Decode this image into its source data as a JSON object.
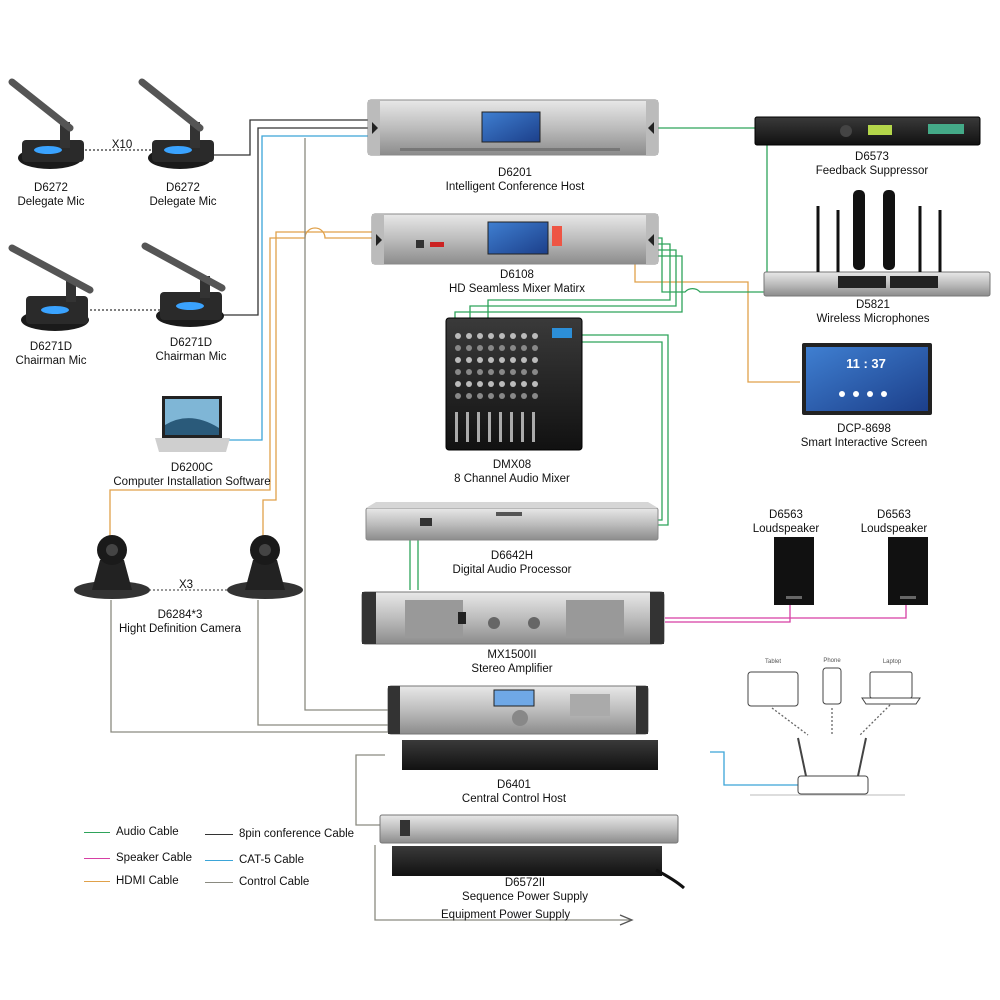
{
  "colors": {
    "audio": "#2ea35a",
    "speaker": "#d63fa4",
    "hdmi": "#e0a14a",
    "cat5": "#3ba5d8",
    "conference": "#333333",
    "control": "#8a8a80"
  },
  "devices": [
    {
      "id": "d6272a",
      "model": "D6272",
      "name": "Delegate Mic",
      "icon": "gooseneck-mic-icon"
    },
    {
      "id": "d6272b",
      "model": "D6272",
      "name": "Delegate Mic",
      "icon": "gooseneck-mic-icon"
    },
    {
      "id": "d6271a",
      "model": "D6271D",
      "name": "Chairman Mic",
      "icon": "chairman-mic-icon"
    },
    {
      "id": "d6271b",
      "model": "D6271D",
      "name": "Chairman Mic",
      "icon": "chairman-mic-icon"
    },
    {
      "id": "d6200c",
      "model": "D6200C",
      "name": "Computer Installation Software",
      "icon": "laptop-icon"
    },
    {
      "id": "d6284",
      "model": "D6284*3",
      "name": "Hight Definition Camera",
      "icon": "ptz-camera-icon"
    },
    {
      "id": "d6201",
      "model": "D6201",
      "name": "Intelligent Conference Host",
      "icon": "rack-unit-icon"
    },
    {
      "id": "d6108",
      "model": "D6108",
      "name": "HD Seamless Mixer Matirx",
      "icon": "rack-unit-icon"
    },
    {
      "id": "dmx08",
      "model": "DMX08",
      "name": "8 Channel Audio Mixer",
      "icon": "audio-mixer-icon"
    },
    {
      "id": "d6642h",
      "model": "D6642H",
      "name": "Digital Audio Processor",
      "icon": "rack-unit-icon"
    },
    {
      "id": "mx1500",
      "model": "MX1500II",
      "name": "Stereo Amplifier",
      "icon": "amplifier-icon"
    },
    {
      "id": "d6401",
      "model": "D6401",
      "name": "Central Control Host",
      "icon": "rack-unit-icon"
    },
    {
      "id": "d6572",
      "model": "D6572II",
      "name": "Sequence Power Supply",
      "icon": "power-sequencer-icon"
    },
    {
      "id": "d6573",
      "model": "D6573",
      "name": "Feedback Suppressor",
      "icon": "rack-unit-icon"
    },
    {
      "id": "d5821",
      "model": "D5821",
      "name": "Wireless Microphones",
      "icon": "wireless-mic-icon"
    },
    {
      "id": "dcp8698",
      "model": "DCP-8698",
      "name": "Smart Interactive Screen",
      "icon": "interactive-screen-icon"
    },
    {
      "id": "d6563a",
      "model": "D6563",
      "name": "Loudspeaker",
      "icon": "loudspeaker-icon"
    },
    {
      "id": "d6563b",
      "model": "D6563",
      "name": "Loudspeaker",
      "icon": "loudspeaker-icon"
    }
  ],
  "multipliers": {
    "mics": "X10",
    "cameras": "X3"
  },
  "screen_clock": "11 : 37",
  "wifi_clients": [
    "Tablet",
    "Phone",
    "Laptop"
  ],
  "power_label": "Equipment Power Supply",
  "legend": [
    {
      "label": "Audio Cable",
      "color_key": "audio"
    },
    {
      "label": "8pin conference Cable",
      "color_key": "conference"
    },
    {
      "label": "Speaker Cable",
      "color_key": "speaker"
    },
    {
      "label": "CAT-5 Cable",
      "color_key": "cat5"
    },
    {
      "label": "HDMI Cable",
      "color_key": "hdmi"
    },
    {
      "label": "Control Cable",
      "color_key": "control"
    }
  ]
}
